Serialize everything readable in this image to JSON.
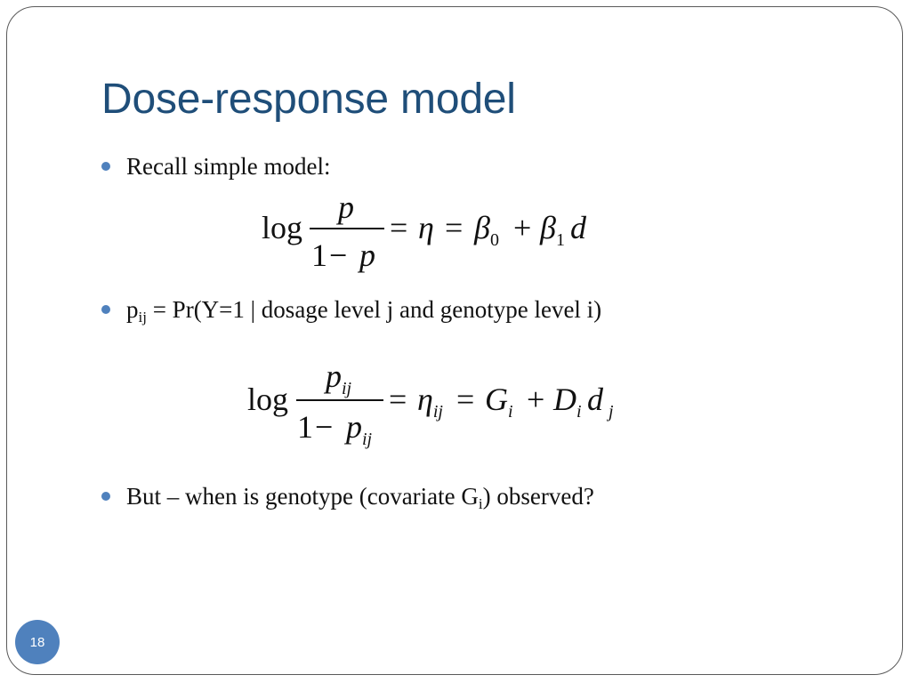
{
  "slide": {
    "title": "Dose-response model",
    "page_number": "18",
    "accent_color": "#4f81bd",
    "title_color": "#1f4e79"
  },
  "bullets": [
    {
      "text": "Recall simple model:"
    },
    {
      "prefix": "p",
      "prefix_sub": "ij",
      "text": " = Pr(Y=1 | dosage level j and genotype level i)"
    },
    {
      "text": "But – when is genotype (covariate G",
      "sub": "i",
      "suffix": ") observed?"
    }
  ],
  "equation1": {
    "log": "log",
    "num": "p",
    "den_one": "1",
    "den_minus": "−",
    "den_p": "p",
    "eq1": "=",
    "eta": "η",
    "eq2": "=",
    "beta0": "β",
    "beta0_sub": "0",
    "plus": "+",
    "beta1": "β",
    "beta1_sub": "1",
    "d": "d"
  },
  "equation2": {
    "log": "log",
    "num": "p",
    "num_sub": "ij",
    "den_one": "1",
    "den_minus": "−",
    "den_p": "p",
    "den_sub": "ij",
    "eq1": "=",
    "eta": "η",
    "eta_sub": "ij",
    "eq2": "=",
    "G": "G",
    "G_sub": "i",
    "plus": "+",
    "D": "D",
    "D_sub": "i",
    "d": "d",
    "d_sub": "j"
  }
}
